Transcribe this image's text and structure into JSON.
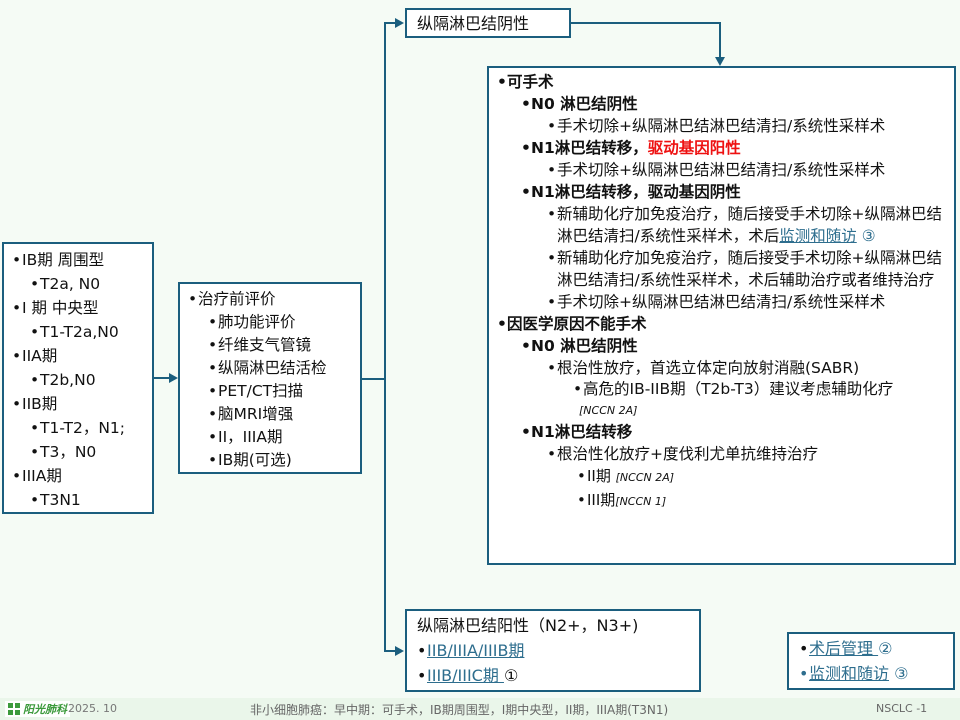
{
  "stage_box": {
    "items": [
      {
        "label": "IB期 周围型",
        "sub": [
          "T2a, N0"
        ]
      },
      {
        "label": "I 期 中央型",
        "sub": [
          "T1-T2a,N0"
        ]
      },
      {
        "label": "IIA期",
        "sub": [
          "T2b,N0"
        ]
      },
      {
        "label": "IIB期",
        "sub": [
          "T1-T2，N1;",
          "T3，N0"
        ]
      },
      {
        "label": "IIIA期",
        "sub": [
          "T3N1"
        ]
      }
    ]
  },
  "eval_box": {
    "title": "治疗前评价",
    "items": [
      "肺功能评价",
      "纤维支气管镜",
      "纵隔淋巴结活检",
      "PET/CT扫描",
      "脑MRI增强",
      "II，IIIA期",
      "IB期(可选)"
    ]
  },
  "neg_box": {
    "label": "纵隔淋巴结阴性"
  },
  "main_box": {
    "operable": {
      "label": "可手术",
      "n0": {
        "label": "N0 淋巴结阴性",
        "item": "手术切除+纵隔淋巴结淋巴结清扫/系统性采样术"
      },
      "n1_pos": {
        "label_prefix": "N1淋巴结转移，",
        "label_highlight": "驱动基因阳性",
        "item": "手术切除+纵隔淋巴结淋巴结清扫/系统性采样术"
      },
      "n1_neg": {
        "label": "N1淋巴结转移，驱动基因阴性",
        "item1_text": "新辅助化疗加免疫治疗，随后接受手术切除+纵隔淋巴结淋巴结清扫/系统性采样术，术后",
        "item1_link": "监测和随访",
        "item1_ref": "③",
        "item2": "新辅助化疗加免疫治疗，随后接受手术切除+纵隔淋巴结淋巴结清扫/系统性采样术，术后辅助治疗或者维持治疗",
        "item3": "手术切除+纵隔淋巴结淋巴结清扫/系统性采样术"
      }
    },
    "inoperable": {
      "label": "因医学原因不能手术",
      "n0": {
        "label": "N0 淋巴结阴性",
        "item": "根治性放疗，首选立体定向放射消融(SABR)",
        "sub": "高危的IB-IIB期（T2b-T3）建议考虑辅助化疗",
        "sub_cite": "[NCCN 2A]"
      },
      "n1": {
        "label": "N1淋巴结转移",
        "item": "根治性化放疗+度伐利尤单抗维持治疗",
        "sub1": "II期 ",
        "sub1_cite": "[NCCN 2A]",
        "sub2": "III期",
        "sub2_cite": "[NCCN 1]"
      }
    }
  },
  "pos_box": {
    "title": "纵隔淋巴结阳性（N2+，N3+)",
    "link1": "IIB/IIIA/IIIB期",
    "link2": "IIIB/IIIC期 ",
    "link2_ref": "①"
  },
  "postop_box": {
    "link1": "术后管理 ",
    "link1_ref": "②",
    "link2": "监测和随访",
    "link2_ref": " ③"
  },
  "footer": {
    "logo_text": "阳光肺科",
    "date": "2025. 10",
    "title": "非小细胞肺癌：早中期：可手术，IB期周围型，I期中央型，II期，IIIA期(T3N1)",
    "page": "NSCLC -1"
  },
  "colors": {
    "border": "#1b5e7e",
    "highlight_red": "#ee1111",
    "link": "#2e6e8e",
    "background": "#f5fbf5"
  }
}
